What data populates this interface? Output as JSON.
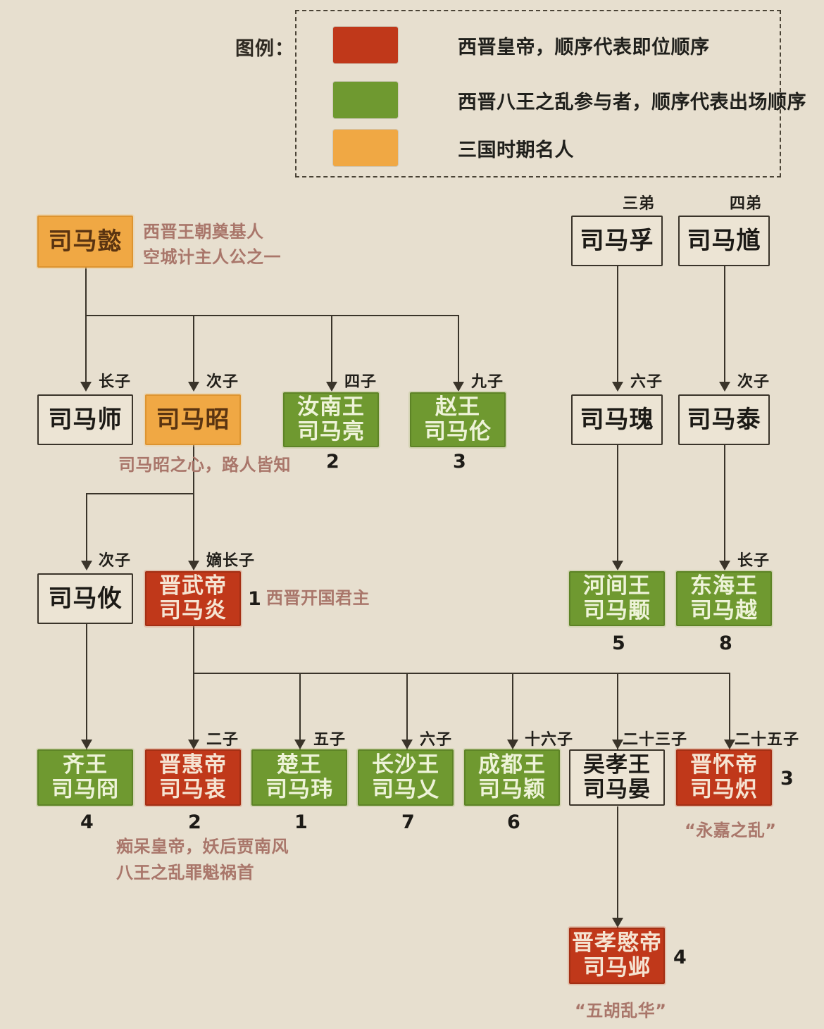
{
  "legend": {
    "label": "图例：",
    "items": [
      {
        "color": "#c0381a",
        "text": "西晋皇帝，顺序代表即位顺序",
        "swatch_name": "emperor"
      },
      {
        "color": "#6f9930",
        "text": "西晋八王之乱参与者，顺序代表出场顺序",
        "swatch_name": "prince"
      },
      {
        "color": "#f0a844",
        "text": "三国时期名人",
        "swatch_name": "sanguo"
      }
    ]
  },
  "palette": {
    "background": "#e7dfcf",
    "emperor": "#c0381a",
    "prince": "#6f9930",
    "sanguo": "#f0a844",
    "plain": "#ece4d4",
    "line": "#3a342a",
    "note": "#a9766a"
  },
  "nodes": {
    "simayi": {
      "line1": "司马懿",
      "line2": ""
    },
    "simashi": {
      "line1": "司马师",
      "line2": ""
    },
    "simazhao": {
      "line1": "司马昭",
      "line2": ""
    },
    "simaliang": {
      "line1": "汝南王",
      "line2": "司马亮"
    },
    "simalun": {
      "line1": "赵王",
      "line2": "司马伦"
    },
    "simafu": {
      "line1": "司马孚",
      "line2": ""
    },
    "simakui": {
      "line1": "司马馗",
      "line2": ""
    },
    "simagui": {
      "line1": "司马瑰",
      "line2": ""
    },
    "simatai": {
      "line1": "司马泰",
      "line2": ""
    },
    "simayong": {
      "line1": "河间王",
      "line2": "司马颙"
    },
    "simayue": {
      "line1": "东海王",
      "line2": "司马越"
    },
    "simayou": {
      "line1": "司马攸",
      "line2": ""
    },
    "simayan": {
      "line1": "晋武帝",
      "line2": "司马炎"
    },
    "simajiong": {
      "line1": "齐王",
      "line2": "司马冏"
    },
    "simazhong": {
      "line1": "晋惠帝",
      "line2": "司马衷"
    },
    "simawei": {
      "line1": "楚王",
      "line2": "司马玮"
    },
    "simaai": {
      "line1": "长沙王",
      "line2": "司马乂"
    },
    "simaying": {
      "line1": "成都王",
      "line2": "司马颖"
    },
    "simayann": {
      "line1": "吴孝王",
      "line2": "司马晏"
    },
    "simachi": {
      "line1": "晋怀帝",
      "line2": "司马炽"
    },
    "simaye": {
      "line1": "晋孝愍帝",
      "line2": "司马邺"
    }
  },
  "ranks": {
    "simashi": "长子",
    "simazhao": "次子",
    "simaliang": "四子",
    "simalun": "九子",
    "simafu": "三弟",
    "simakui": "四弟",
    "simagui": "六子",
    "simatai": "次子",
    "simayue": "长子",
    "simayou": "次子",
    "simayan": "嫡长子",
    "simazhong": "二子",
    "simawei": "五子",
    "simaai": "六子",
    "simaying": "十六子",
    "simayann": "二十三子",
    "simachi": "二十五子"
  },
  "orders": {
    "simaliang": "2",
    "simalun": "3",
    "simayong": "5",
    "simayue": "8",
    "simayan": "1",
    "simajiong": "4",
    "simazhong": "2",
    "simawei": "1",
    "simaai": "7",
    "simaying": "6",
    "simachi": "3",
    "simaye": "4"
  },
  "notes": {
    "simayi_l1": "西晋王朝奠基人",
    "simayi_l2": "空城计主人公之一",
    "simazhao": "司马昭之心，路人皆知",
    "simayan": "西晋开国君主",
    "simazhong_l1": "痴呆皇帝，妖后贾南风",
    "simazhong_l2": "八王之乱罪魁祸首",
    "simachi": "“永嘉之乱”",
    "simaye": "“五胡乱华”"
  }
}
